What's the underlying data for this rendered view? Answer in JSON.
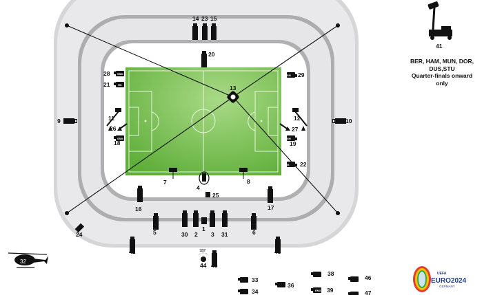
{
  "cameras": {
    "c1": "1",
    "c2": "2",
    "c3": "3",
    "c4": "4",
    "c5": "5",
    "c6": "6",
    "c7": "7",
    "c8": "8",
    "c9": "9",
    "c10": "10",
    "c11": "11",
    "c12": "12",
    "c13": "13",
    "c14": "14",
    "c15": "15",
    "c16": "16",
    "c17": "17",
    "c18": "18",
    "c19": "19",
    "c20": "20",
    "c21": "21",
    "c22": "22",
    "c23": "23",
    "c24": "24",
    "c25": "25",
    "c26": "26",
    "c27": "27",
    "c28": "28",
    "c29": "29",
    "c30": "30",
    "c31": "31",
    "c32": "32",
    "c33": "33",
    "c34": "34",
    "c36": "36",
    "c38": "38",
    "c39": "39",
    "c41": "41",
    "c42": "42",
    "c43": "43",
    "c44": "44",
    "c45": "45",
    "c46": "46",
    "c47": "47"
  },
  "tags": {
    "ssm": "SSM",
    "hs": "HS",
    "eng": "ENG",
    "angle": "180°"
  },
  "note": {
    "line1": "BER, HAM, MUN, DOR,",
    "line2": "DUS,STU",
    "line3": "Quarter-finals onward",
    "line4": "only"
  },
  "logo": {
    "uefa": "UEFA",
    "euro": "EURO2024",
    "country": "GERMANY"
  },
  "colors": {
    "pitch": "#7cc452",
    "stand": "#dcdcde",
    "stand_line": "#a9a9ac",
    "icon": "#111111",
    "logo_blue": "#1d3c8f"
  }
}
